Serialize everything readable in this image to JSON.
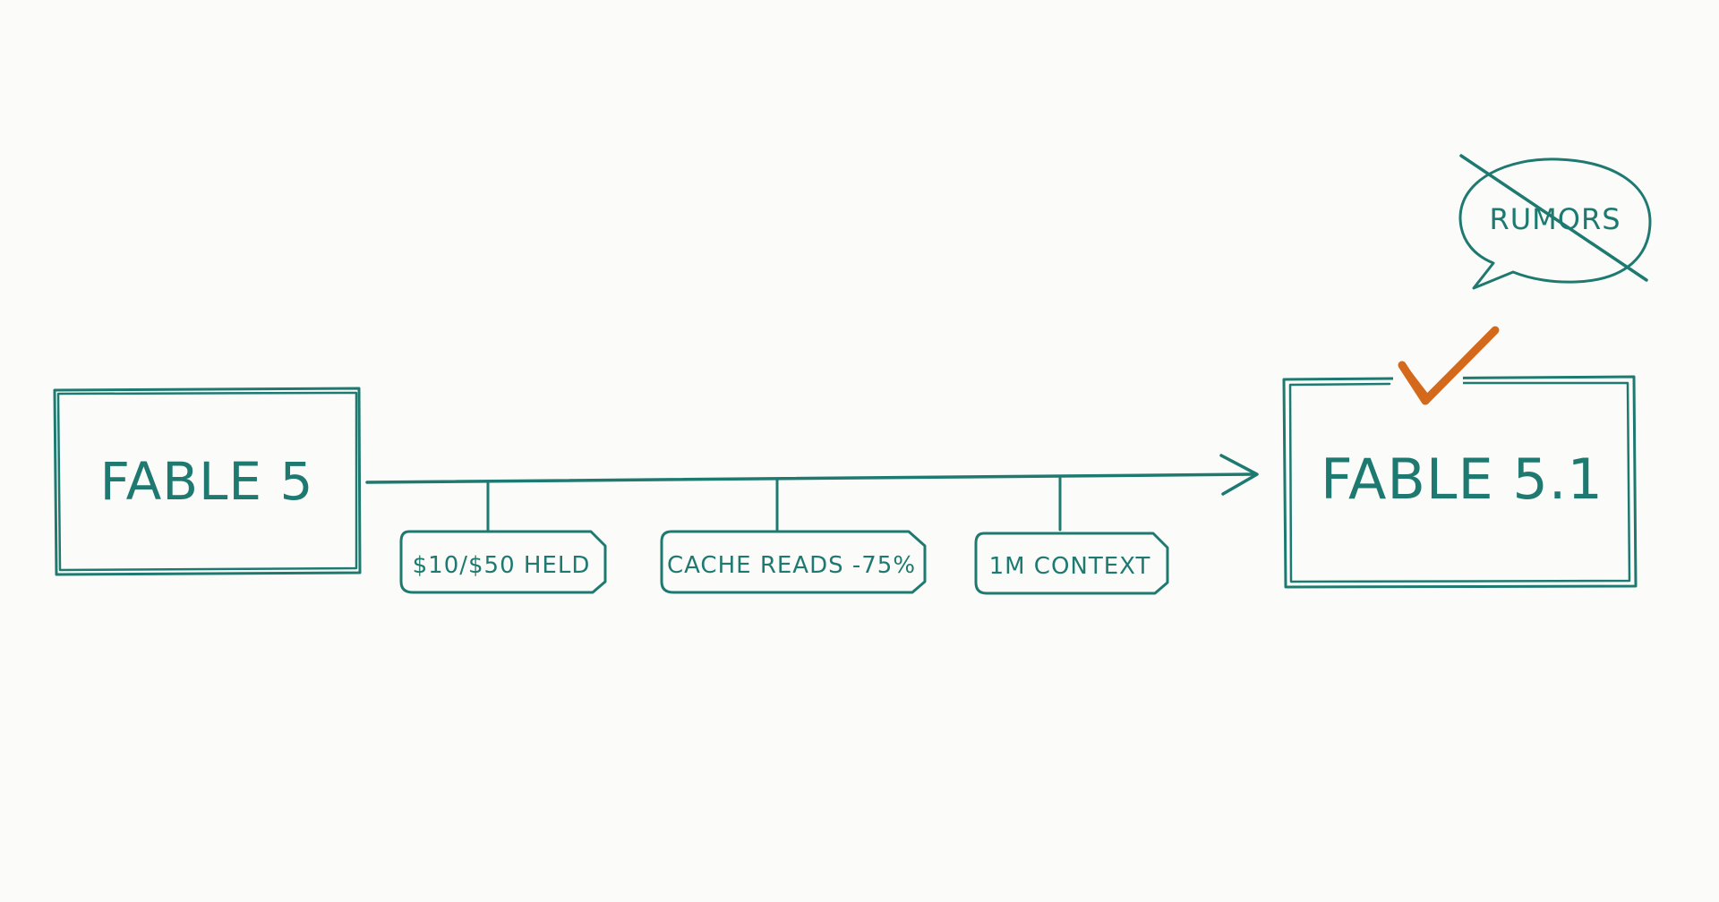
{
  "colors": {
    "teal": "#1e7a70",
    "orange": "#d4691c",
    "background": "#fbfbf9"
  },
  "diagram": {
    "from_box": {
      "label": "FABLE 5"
    },
    "to_box": {
      "label": "FABLE 5.1",
      "check_icon": "check-mark-icon"
    },
    "rumor_bubble": {
      "label": "RUMORS",
      "icon": "speech-bubble-icon",
      "status": "crossed-out"
    },
    "tags": [
      {
        "label": "$10/$50 HELD"
      },
      {
        "label": "CACHE READS -75%"
      },
      {
        "label": "1M CONTEXT"
      }
    ]
  }
}
